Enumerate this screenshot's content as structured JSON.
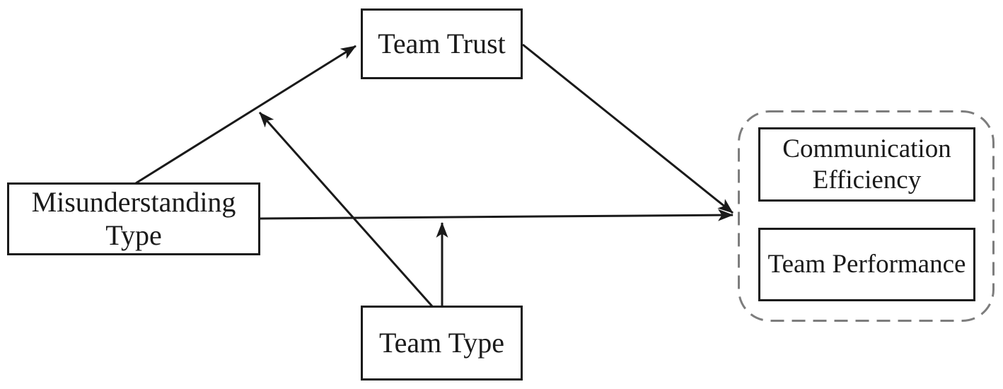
{
  "figure": {
    "title": "Conceptual model diagram",
    "background": "#ffffff",
    "nodes": {
      "team_trust": {
        "label": "Team Trust"
      },
      "misunderstanding_type": {
        "label": "Misunderstanding Type"
      },
      "team_type": {
        "label": "Team Type"
      },
      "communication_efficiency": {
        "label": "Communication Efficiency"
      },
      "team_performance": {
        "label": "Team Performance"
      }
    },
    "groups": {
      "outcomes": {
        "members": [
          "communication_efficiency",
          "team_performance"
        ],
        "border_style": "dashed-rounded"
      }
    },
    "edges": [
      {
        "from": "misunderstanding_type",
        "to": "team_trust",
        "kind": "direct-arrow"
      },
      {
        "from": "team_trust",
        "to": "outcomes-group",
        "kind": "direct-arrow"
      },
      {
        "from": "misunderstanding_type",
        "to": "outcomes-group",
        "kind": "direct-arrow"
      },
      {
        "from": "team_type",
        "to": "edge misunderstanding_type->team_trust",
        "kind": "moderation-arrow"
      },
      {
        "from": "team_type",
        "to": "edge misunderstanding_type->outcomes-group",
        "kind": "moderation-arrow"
      }
    ],
    "colors": {
      "line": "#1a1a1a",
      "box_border": "#1a1a1a",
      "text": "#1a1a1a",
      "dashed_group_border": "#7d7d7d"
    }
  }
}
